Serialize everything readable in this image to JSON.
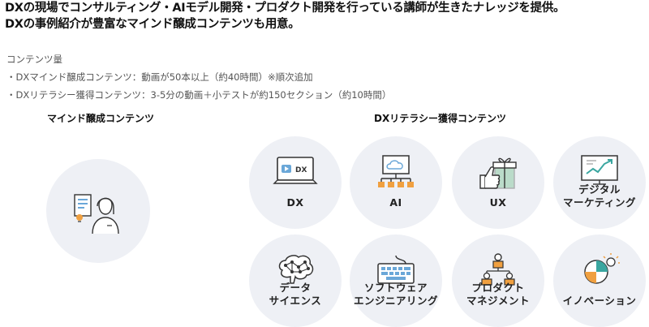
{
  "headline": {
    "line1": "DXの現場でコンサルティング・AIモデル開発・プロダクト開発を行っている講師が生きたナレッジを提供。",
    "line2": "DXの事例紹介が豊富なマインド醸成コンテンツも用意。"
  },
  "info": {
    "heading": "コンテンツ量",
    "item1": "・DXマインド醸成コンテンツ：動画が50本以上（約40時間）※順次追加",
    "item2": "・DXリテラシー獲得コンテンツ：3-5分の動画＋小テストが約150セクション（約10時間）"
  },
  "mindset": {
    "title": "マインド醸成コンテンツ"
  },
  "literacy": {
    "title": "DXリテラシー獲得コンテンツ",
    "items": [
      {
        "line1": "DX",
        "line2": "",
        "icon": "video-dx-icon"
      },
      {
        "line1": "AI",
        "line2": "",
        "icon": "cloud-network-icon"
      },
      {
        "line1": "UX",
        "line2": "",
        "icon": "gift-thumbs-up-icon"
      },
      {
        "line1": "デジタル",
        "line2": "マーケティング",
        "icon": "growth-chart-icon"
      },
      {
        "line1": "データ",
        "line2": "サイエンス",
        "icon": "brain-network-icon"
      },
      {
        "line1": "ソフトウェア",
        "line2": "エンジニアリング",
        "icon": "keyboard-icon"
      },
      {
        "line1": "プロダクト",
        "line2": "マネジメント",
        "icon": "org-chart-icon"
      },
      {
        "line1": "イノベーション",
        "line2": "",
        "icon": "lightbulb-icon"
      }
    ]
  },
  "colors": {
    "circle_bg": "#eef0f5",
    "accent_orange": "#f0a040",
    "accent_blue": "#6aa7d8",
    "accent_green": "#5bb57a",
    "accent_teal": "#3aa6a0"
  }
}
